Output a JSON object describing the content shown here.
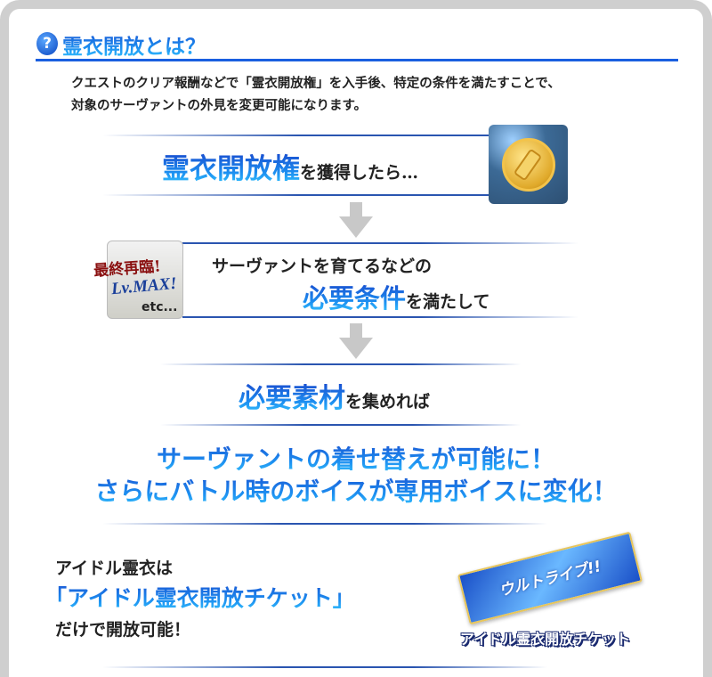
{
  "heading": {
    "title": "霊衣開放とは？",
    "icon": "question-circle-icon"
  },
  "intro": {
    "line1": "クエストのクリア報酬などで「霊衣開放権」を入手後、特定の条件を満たすことで、",
    "line2": "対象のサーヴァントの外見を変更可能になります。"
  },
  "step1": {
    "highlight": "霊衣開放権",
    "rest": "を獲得したら…",
    "image": "coin-medal-icon"
  },
  "step2": {
    "line1": "サーヴァントを育てるなどの",
    "highlight": "必要条件",
    "rest": "を満たして",
    "badge": {
      "line1": "最終再臨!",
      "line2": "Lv.MAX!",
      "line3": "etc..."
    }
  },
  "step3": {
    "highlight": "必要素材",
    "rest": "を集めれば"
  },
  "result": {
    "line1": "サーヴァントの着せ替えが可能に！",
    "line2": "さらにバトル時のボイスが専用ボイスに変化！"
  },
  "idol": {
    "line1": "アイドル霊衣は",
    "line2": "「アイドル霊衣開放チケット」",
    "line3": "だけで開放可能！",
    "ticket_label": "アイドル霊衣開放チケット",
    "ticket_text": "ウルトライブ!!"
  },
  "colors": {
    "accent": "#1a6fe0",
    "frame": "#cfcfcf",
    "arrow": "#c8c8c8"
  }
}
